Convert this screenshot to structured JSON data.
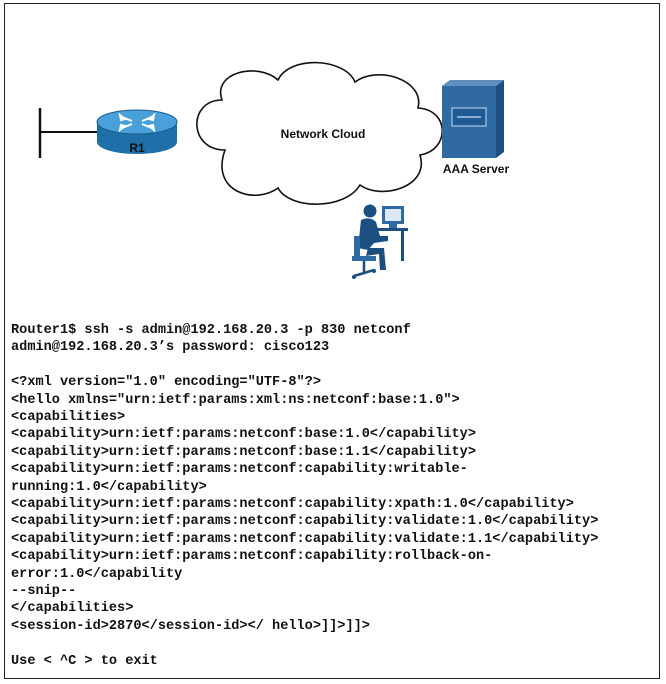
{
  "diagram": {
    "router_label": "R1",
    "cloud_label": "Network Cloud",
    "server_label": "AAA Server"
  },
  "terminal": {
    "lines": [
      "Router1$ ssh -s admin@192.168.20.3 -p 830 netconf",
      "admin@192.168.20.3’s password: cisco123",
      "",
      "<?xml version=\"1.0\" encoding=\"UTF-8\"?>",
      "<hello xmlns=\"urn:ietf:params:xml:ns:netconf:base:1.0\">",
      "<capabilities>",
      "<capability>urn:ietf:params:netconf:base:1.0</capability>",
      "<capability>urn:ietf:params:netconf:base:1.1</capability>",
      "<capability>urn:ietf:params:netconf:capability:writable-",
      "running:1.0</capability>",
      "<capability>urn:ietf:params:netconf:capability:xpath:1.0</capability>",
      "<capability>urn:ietf:params:netconf:capability:validate:1.0</capability>",
      "<capability>urn:ietf:params:netconf:capability:validate:1.1</capability>",
      "<capability>urn:ietf:params:netconf:capability:rollback-on-",
      "error:1.0</capability",
      "--snip--",
      "</capabilities>",
      "<session-id>2870</session-id></ hello>]]>]]>",
      "",
      "Use < ^C > to exit"
    ]
  }
}
